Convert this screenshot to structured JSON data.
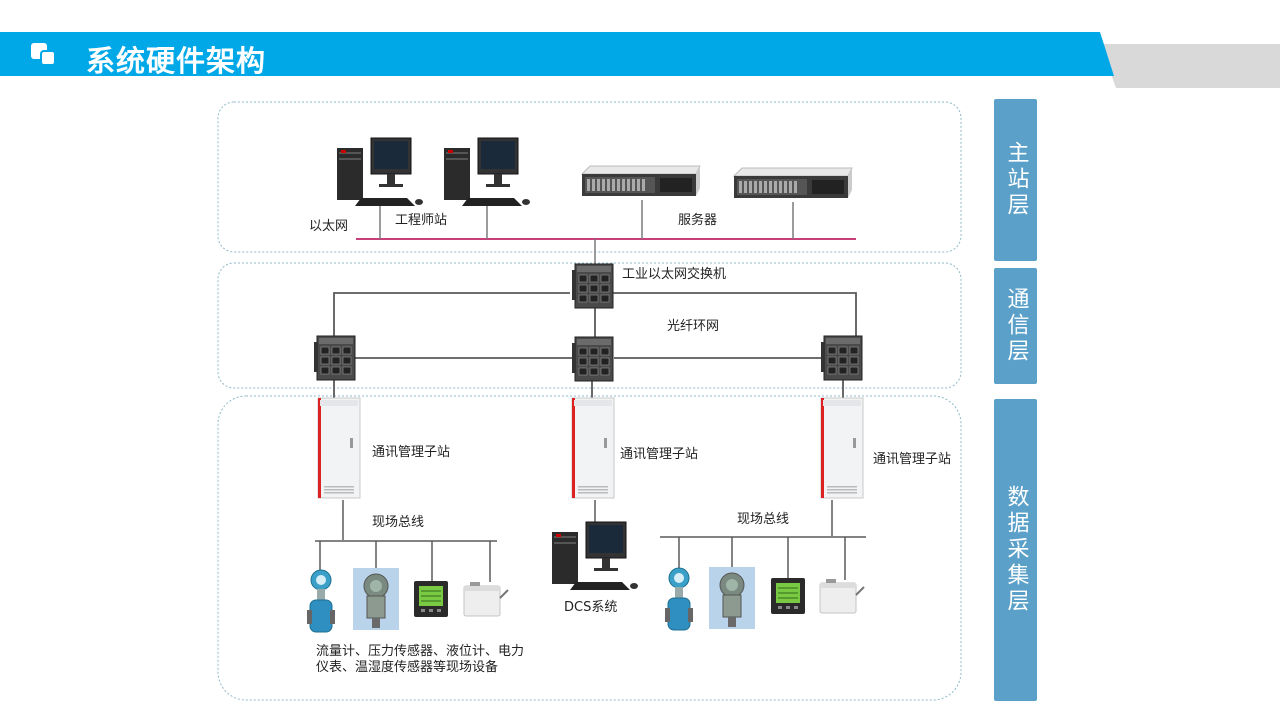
{
  "header": {
    "title": "系统硬件架构",
    "bar_color": "#00a8e8",
    "accent_gray": "#d9d9d9"
  },
  "layers": {
    "master": "主站层",
    "comm": "通信层",
    "data": "数据采集层",
    "tab_color": "#5aa0c8"
  },
  "labels": {
    "ethernet": "以太网",
    "eng_station": "工程师站",
    "server": "服务器",
    "industrial_switch": "工业以太网交换机",
    "fiber_ring": "光纤环网",
    "substation_left": "通讯管理子站",
    "substation_mid": "通讯管理子站",
    "substation_right": "通讯管理子站",
    "fieldbus_left": "现场总线",
    "fieldbus_right": "现场总线",
    "dcs": "DCS系统",
    "field_devices": "流量计、压力传感器、液位计、电力仪表、温湿度传感器等现场设备"
  },
  "icons": {
    "workstation": "desktop-computer-icon",
    "server": "rack-server-icon",
    "switch": "industrial-switch-icon",
    "cabinet": "substation-cabinet-icon",
    "flowmeter": "flowmeter-icon",
    "pressure": "pressure-sensor-icon",
    "meter": "power-meter-icon",
    "humidity": "temperature-humidity-sensor-icon"
  }
}
